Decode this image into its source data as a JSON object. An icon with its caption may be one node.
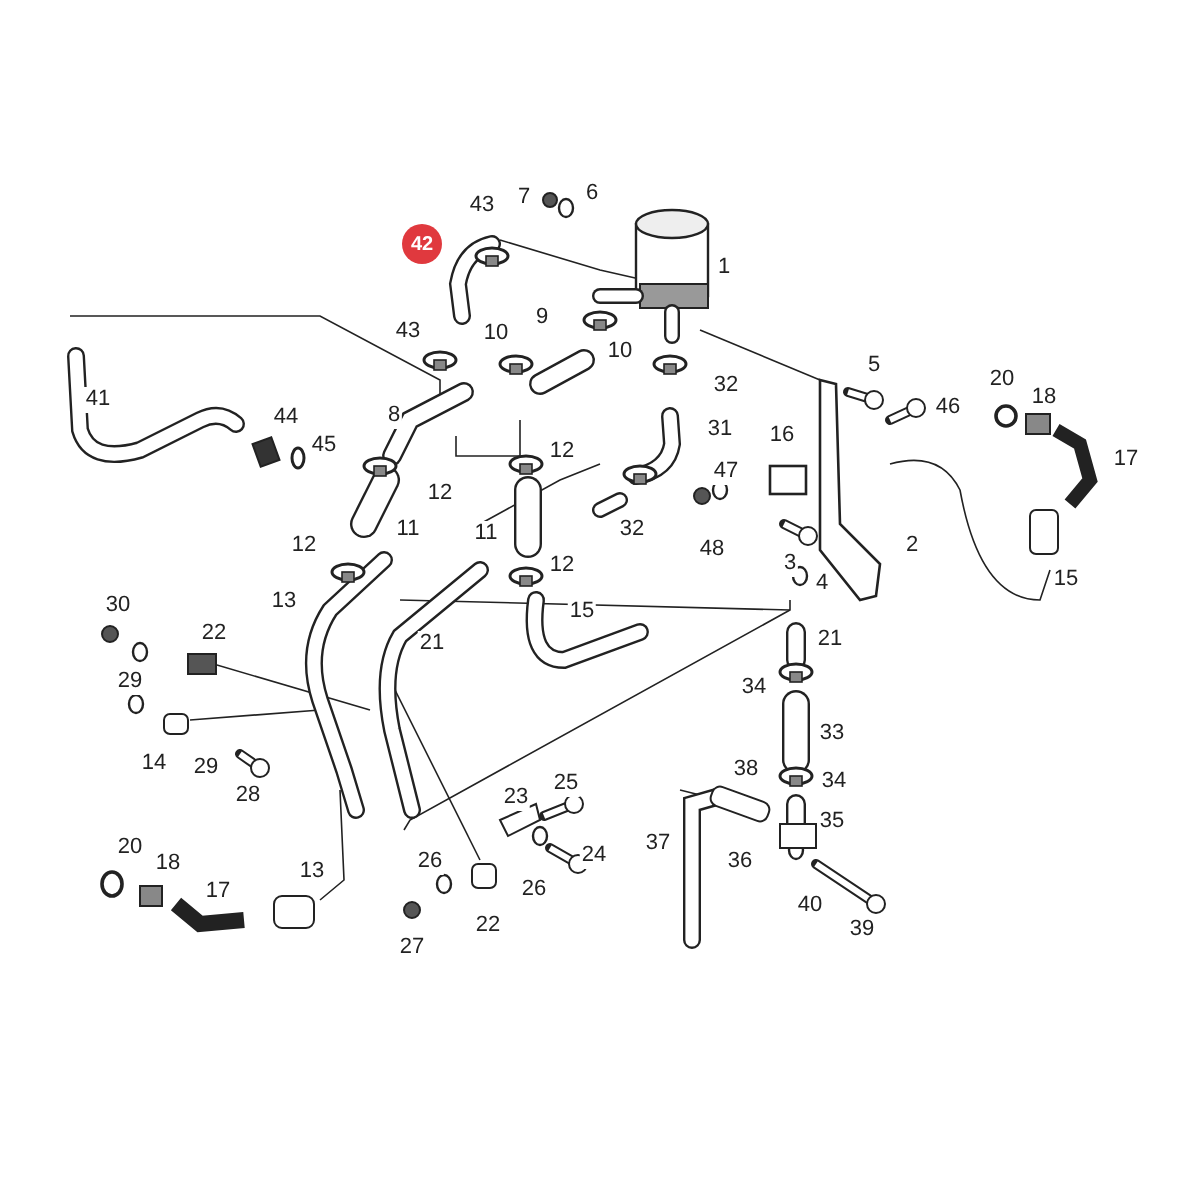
{
  "diagram": {
    "nodes": [
      {
        "text": [
          "42"
        ]
      }
    ],
    "labels": [
      "43",
      "7",
      "6",
      "1",
      "43",
      "10",
      "9",
      "10",
      "32",
      "5",
      "20",
      "18",
      "41",
      "44",
      "8",
      "46",
      "45",
      "12",
      "31",
      "17",
      "16",
      "12",
      "47",
      "11",
      "11",
      "12",
      "32",
      "48",
      "2",
      "12",
      "3",
      "4",
      "15",
      "13",
      "30",
      "15",
      "22",
      "21",
      "21",
      "29",
      "34",
      "33",
      "14",
      "29",
      "38",
      "34",
      "28",
      "25",
      "23",
      "35",
      "37",
      "36",
      "24",
      "26",
      "20",
      "18",
      "26",
      "13",
      "17",
      "22",
      "40",
      "39",
      "27"
    ]
  }
}
